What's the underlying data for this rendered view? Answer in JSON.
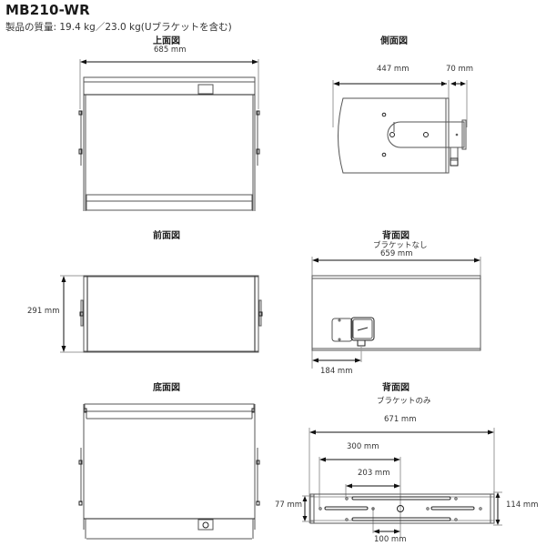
{
  "header": {
    "model": "MB210-WR",
    "weight_text": "製品の質量: 19.4 kg／23.0 kg(Uブラケットを含む)"
  },
  "views": {
    "top": {
      "title": "上面図",
      "width_dim": "685 mm"
    },
    "side": {
      "title": "側面図",
      "depth_dim": "447 mm",
      "bracket_dim": "70 mm"
    },
    "front": {
      "title": "前面図",
      "height_dim": "291 mm"
    },
    "rear_no_bracket": {
      "title": "背面図",
      "subtitle": "ブラケットなし",
      "width_dim": "659 mm",
      "connector_offset_dim": "184 mm"
    },
    "bottom": {
      "title": "底面図"
    },
    "rear_bracket_only": {
      "title": "背面図",
      "subtitle": "ブラケットのみ",
      "width_dim": "671 mm",
      "dims": {
        "d300": "300 mm",
        "d203": "203 mm",
        "d100": "100 mm",
        "d77": "77 mm",
        "d114": "114 mm"
      }
    }
  }
}
